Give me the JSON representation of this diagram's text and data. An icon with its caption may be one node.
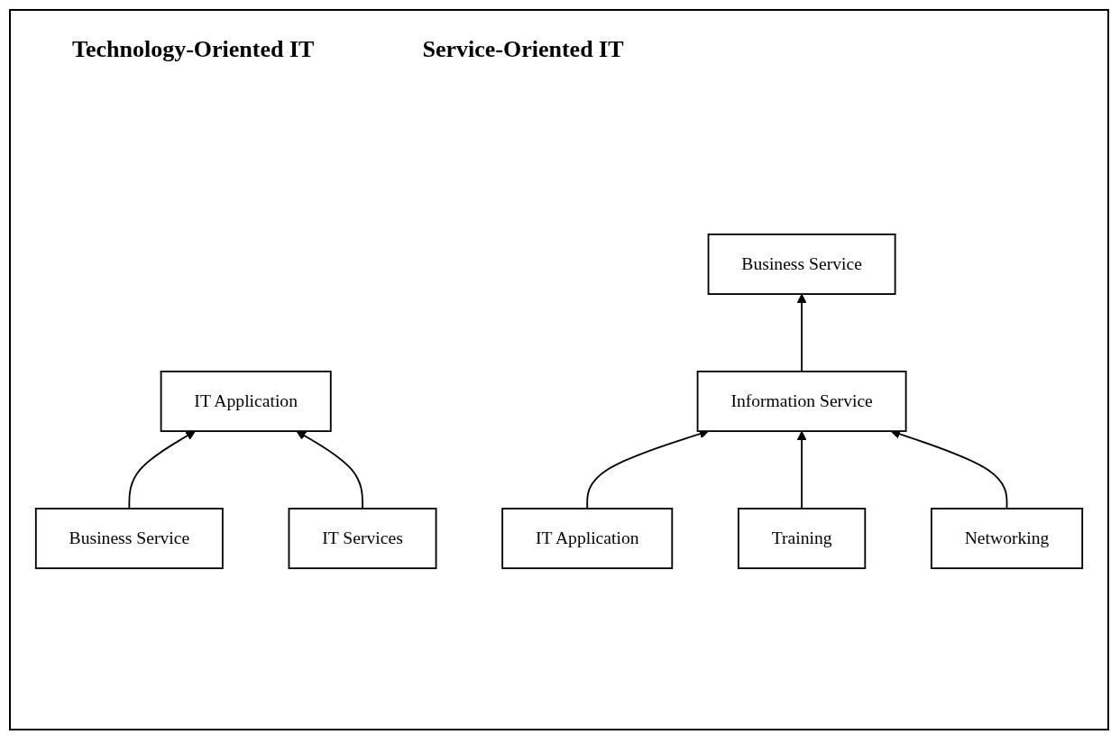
{
  "diagram": {
    "nodes": [
      {
        "text": [
          "Business Service"
        ]
      },
      {
        "text": [
          "IT Application"
        ]
      },
      {
        "text": [
          "IT Services"
        ]
      },
      {
        "text": [
          "Business Service"
        ]
      },
      {
        "text": [
          "Information Service"
        ]
      },
      {
        "text": [
          "IT Application"
        ]
      },
      {
        "text": [
          "Training"
        ]
      },
      {
        "text": [
          "Networking"
        ]
      }
    ],
    "edges": [
      {
        "from": 0,
        "to": 1,
        "arrow": "to"
      },
      {
        "from": 2,
        "to": 1,
        "arrow": "to"
      },
      {
        "from": 4,
        "to": 3,
        "arrow": "to"
      },
      {
        "from": 5,
        "to": 4,
        "arrow": "to"
      },
      {
        "from": 6,
        "to": 4,
        "arrow": "to"
      },
      {
        "from": 7,
        "to": 4,
        "arrow": "to"
      }
    ],
    "labels": [
      "Technology-Oriented IT",
      "Service-Oriented IT"
    ]
  }
}
